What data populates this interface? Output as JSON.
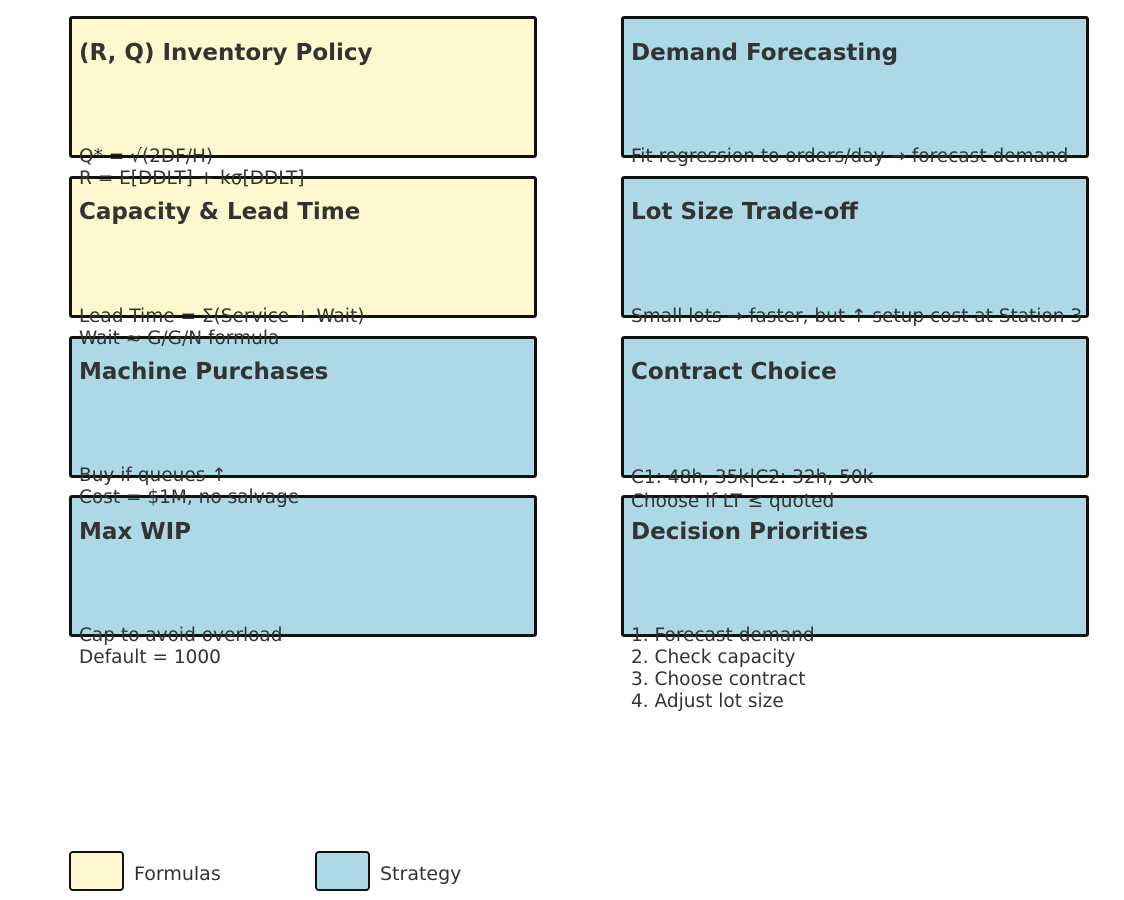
{
  "colors": {
    "formula": "#fff8cf",
    "strategy": "#add8e6",
    "border": "#111111",
    "text": "#333333"
  },
  "cards": [
    {
      "title": "(R, Q) Inventory Policy",
      "category": "Formulas",
      "lines": [
        "Q* = √(2DF/H)",
        "R = E[DDLT] + kσ[DDLT]"
      ]
    },
    {
      "title": "Demand Forecasting",
      "category": "Strategy",
      "lines": [
        "Fit regression to orders/day → forecast demand"
      ]
    },
    {
      "title": "Capacity & Lead Time",
      "category": "Formulas",
      "lines": [
        "Lead Time = Σ(Service + Wait)",
        "Wait ≈ G/G/N formula"
      ]
    },
    {
      "title": "Lot Size Trade-off",
      "category": "Strategy",
      "lines": [
        "Small lots → faster, but ↑ setup cost at Station 3"
      ]
    },
    {
      "title": "Machine Purchases",
      "category": "Strategy",
      "lines": [
        "Buy if queues ↑",
        "Cost = $1M, no salvage"
      ]
    },
    {
      "title": "Contract Choice",
      "category": "Strategy",
      "lines": [
        "C1: 48h, 35k|C2: 32h, 50k",
        "Choose if LT ≤ quoted"
      ]
    },
    {
      "title": "Max WIP",
      "category": "Strategy",
      "lines": [
        "Cap to avoid overload",
        "Default = 1000"
      ]
    },
    {
      "title": "Decision Priorities",
      "category": "Strategy",
      "lines": [
        "1. Forecast demand",
        "2. Check capacity",
        "3. Choose contract",
        "4. Adjust lot size"
      ]
    }
  ],
  "legend": [
    {
      "label": "Formulas",
      "color": "#fff8cf"
    },
    {
      "label": "Strategy",
      "color": "#add8e6"
    }
  ]
}
